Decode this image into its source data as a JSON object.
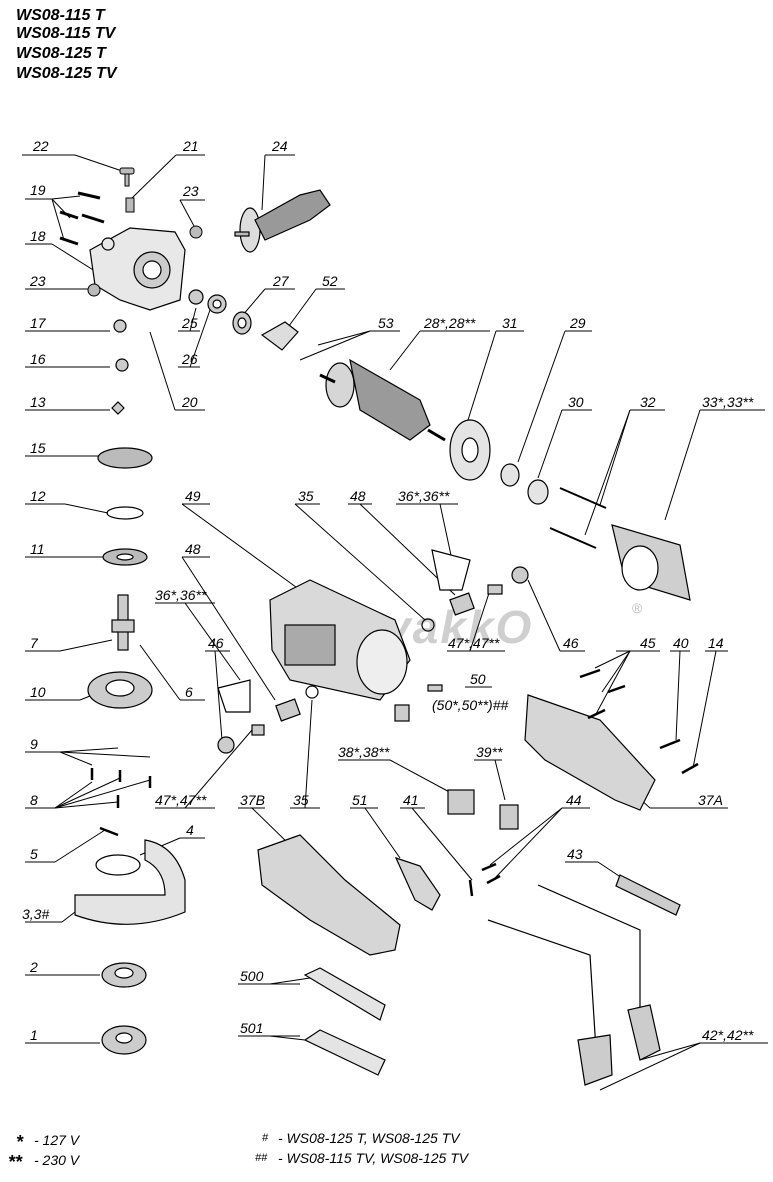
{
  "titles": [
    "WS08-115 T",
    "WS08-115 TV",
    "WS08-125 T",
    "WS08-125 TV"
  ],
  "watermark": "DyakkO",
  "watermark_mark": "®",
  "labels": [
    "22",
    "21",
    "24",
    "19",
    "23",
    "18",
    "23",
    "27",
    "52",
    "17",
    "25",
    "53",
    "28*,28**",
    "31",
    "29",
    "16",
    "26",
    "20",
    "13",
    "30",
    "32",
    "33*,33**",
    "15",
    "12",
    "49",
    "35",
    "48",
    "36*,36**",
    "11",
    "48",
    "36*,36**",
    "7",
    "47*,47**",
    "46",
    "46",
    "45",
    "40",
    "14",
    "10",
    "6",
    "50",
    "(50*,50**)##",
    "9",
    "38*,38**",
    "39**",
    "8",
    "37A",
    "47*,47**",
    "37B",
    "35",
    "51",
    "41",
    "44",
    "4",
    "5",
    "43",
    "3,3#",
    "2",
    "500",
    "501",
    "1",
    "42*,42**"
  ],
  "legend": {
    "star_sym": "*",
    "star_text": "- 127 V",
    "dstar_sym": "**",
    "dstar_text": "- 230 V",
    "hash_sym": "#",
    "hash_text": "- WS08-125 T, WS08-125 TV",
    "dhash_sym": "##",
    "dhash_text": "- WS08-115 TV, WS08-125 TV"
  }
}
